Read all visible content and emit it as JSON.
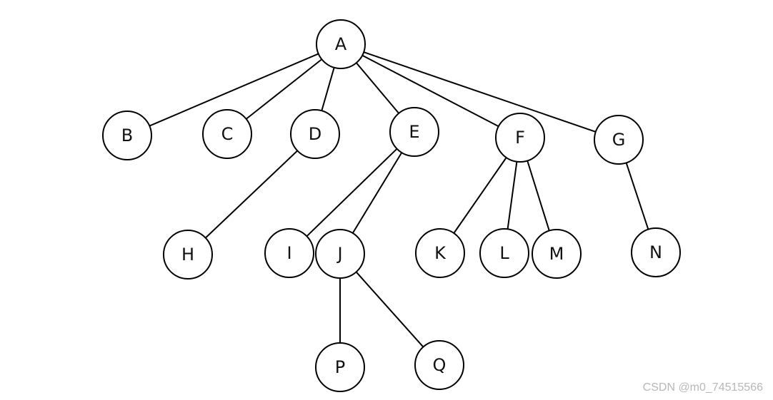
{
  "tree": {
    "nodes": [
      {
        "id": "A",
        "label": "A"
      },
      {
        "id": "B",
        "label": "B"
      },
      {
        "id": "C",
        "label": "C"
      },
      {
        "id": "D",
        "label": "D"
      },
      {
        "id": "E",
        "label": "E"
      },
      {
        "id": "F",
        "label": "F"
      },
      {
        "id": "G",
        "label": "G"
      },
      {
        "id": "H",
        "label": "H"
      },
      {
        "id": "I",
        "label": "I"
      },
      {
        "id": "J",
        "label": "J"
      },
      {
        "id": "K",
        "label": "K"
      },
      {
        "id": "L",
        "label": "L"
      },
      {
        "id": "M",
        "label": "M"
      },
      {
        "id": "N",
        "label": "N"
      },
      {
        "id": "P",
        "label": "P"
      },
      {
        "id": "Q",
        "label": "Q"
      }
    ],
    "edges": [
      [
        "A",
        "B"
      ],
      [
        "A",
        "C"
      ],
      [
        "A",
        "D"
      ],
      [
        "A",
        "E"
      ],
      [
        "A",
        "F"
      ],
      [
        "A",
        "G"
      ],
      [
        "D",
        "H"
      ],
      [
        "E",
        "I"
      ],
      [
        "E",
        "J"
      ],
      [
        "F",
        "K"
      ],
      [
        "F",
        "L"
      ],
      [
        "F",
        "M"
      ],
      [
        "G",
        "N"
      ],
      [
        "J",
        "P"
      ],
      [
        "J",
        "Q"
      ]
    ]
  },
  "watermark": {
    "text": "CSDN @m0_74515566"
  }
}
